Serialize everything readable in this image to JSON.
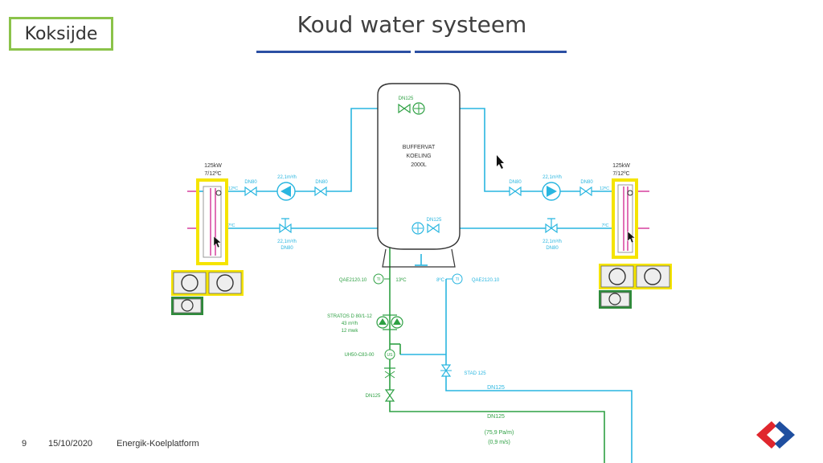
{
  "header": {
    "location_tag": "Koksijde",
    "title": "Koud water systeem"
  },
  "diagram": {
    "tank": {
      "line1": "BUFFERVAT",
      "line2": "KOELING",
      "line3": "2000L",
      "dn_top": "DN125",
      "dn_mid": "DN125"
    },
    "left_unit": {
      "power": "125kW",
      "temp": "7/12ºC",
      "t_in": "12ºC",
      "t_out": "7ºC",
      "dn_a": "DN80",
      "dn_b": "DN80",
      "flow_top": "22,1m³/h",
      "flow_bot": "22,1m³/h",
      "dn_bot": "DN80"
    },
    "right_unit": {
      "power": "125kW",
      "temp": "7/12ºC",
      "t_in": "12ºC",
      "t_out": "7ºC",
      "dn_a": "DN80",
      "dn_b": "DN80",
      "flow_top": "22,1m³/h",
      "flow_bot": "22,1m³/h",
      "dn_bot": "DN80"
    },
    "sensor_left": {
      "id": "QAE2120.10",
      "symbol": "TI",
      "temp": "13ºC"
    },
    "sensor_right": {
      "id": "QAE2120.10",
      "symbol": "TI",
      "temp": "8ºC"
    },
    "pump": {
      "line1": "STRATOS D 80/1-12",
      "line2": "43 m³/h",
      "line3": "12  mwk"
    },
    "meter": {
      "id": "UH50-C83-00",
      "symbol": "US"
    },
    "stad": "STAD 125",
    "dn_green_valve": "DN125",
    "dn_blue_pipe": "DN125",
    "dn_green_pipe": "DN125",
    "pipe_loss": "(75,9 Pa/m)",
    "pipe_speed": "(0,9 m/s)"
  },
  "footer": {
    "page": "9",
    "date": "15/10/2020",
    "org": "Energik-Koelplatform"
  },
  "colors": {
    "blue_pipe": "#29b6e0",
    "green_pipe": "#2ea043",
    "highlight_yellow": "#f5e400",
    "highlight_green": "#2e8b3a",
    "title_underline": "#2b4fa3",
    "tag_border": "#8bc34a",
    "heat_pink": "#d6419e",
    "logo_red": "#e0262d",
    "logo_blue": "#1f4fa0"
  },
  "icons": [
    "cursor-arrow-icon",
    "carrefour-logo-icon"
  ]
}
